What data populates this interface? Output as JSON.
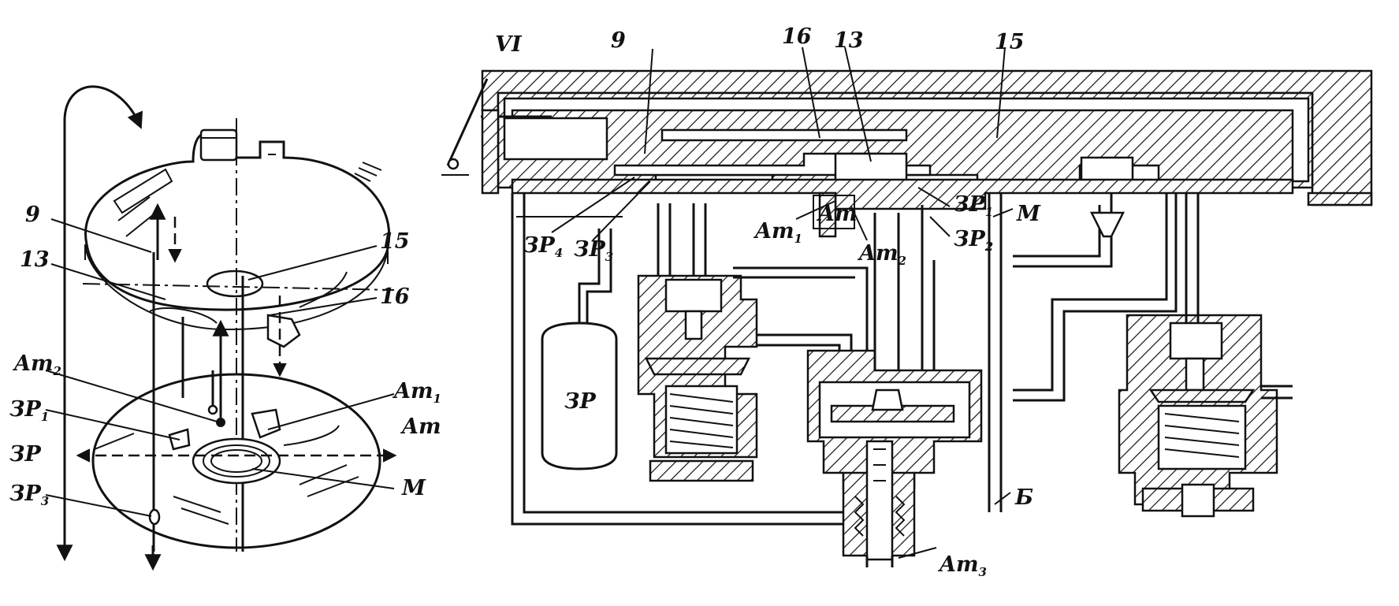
{
  "figure": {
    "left_labels": {
      "nine": "9",
      "thirteen": "13",
      "fifteen": "15",
      "sixteen": "16",
      "at2": {
        "main": "Aт",
        "sub": "2"
      },
      "at1": {
        "main": "Aт",
        "sub": "1"
      },
      "zr1": {
        "main": "ЗР",
        "sub": "1"
      },
      "at": "Aт",
      "zr": "ЗР",
      "zr3": {
        "main": "ЗР",
        "sub": "3"
      },
      "m": "М"
    },
    "right_labels": {
      "roman_six": "VI",
      "nine": "9",
      "sixteen": "16",
      "thirteen": "13",
      "fifteen": "15",
      "zr4": {
        "main": "ЗР",
        "sub": "4"
      },
      "zr3": {
        "main": "ЗР",
        "sub": "3"
      },
      "at1": {
        "main": "Aт",
        "sub": "1"
      },
      "at_box": "Aт",
      "at2": {
        "main": "Aт",
        "sub": "2"
      },
      "zr1": {
        "main": "ЗР",
        "sub": "1"
      },
      "zr2": {
        "main": "ЗР",
        "sub": "2"
      },
      "m": "М",
      "b": "Б",
      "at3": {
        "main": "Aт",
        "sub": "3"
      },
      "tank": "ЗР"
    }
  }
}
